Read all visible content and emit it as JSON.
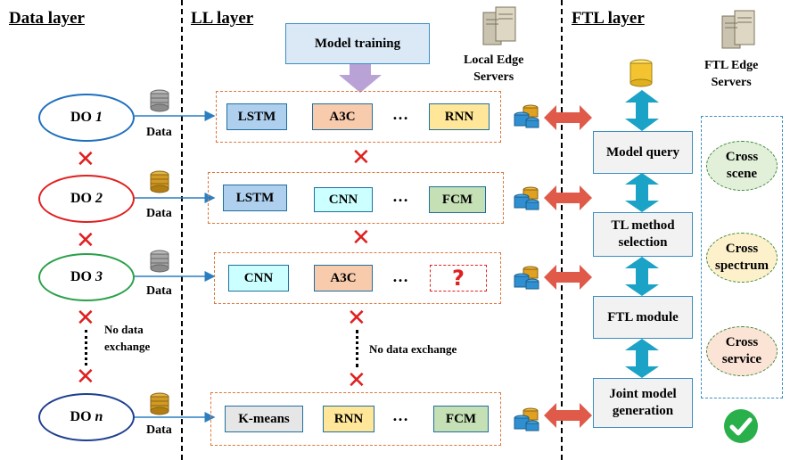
{
  "layers": {
    "data": "Data layer",
    "ll": "LL layer",
    "ftl": "FTL layer"
  },
  "model_training": "Model training",
  "local_servers": "Local Edge\nServers",
  "ftl_servers": "FTL Edge\nServers",
  "data_label": "Data",
  "dos": [
    {
      "name": "DO",
      "index": "1"
    },
    {
      "name": "DO",
      "index": "2"
    },
    {
      "name": "DO",
      "index": "3"
    },
    {
      "name": "DO",
      "index": "n"
    }
  ],
  "models": [
    [
      "LSTM",
      "A3C",
      "RNN"
    ],
    [
      "LSTM",
      "CNN",
      "FCM"
    ],
    [
      "CNN",
      "A3C",
      "?"
    ],
    [
      "K-means",
      "RNN",
      "FCM"
    ]
  ],
  "ellipsis": "…",
  "no_data_exchange_left": "No data\nexchange",
  "no_data_exchange_mid": "No data exchange",
  "ftl_steps": [
    "Model query",
    "TL method\nselection",
    "FTL module",
    "Joint model\ngeneration"
  ],
  "cross": [
    "Cross\nscene",
    "Cross\nspectrum",
    "Cross\nservice"
  ],
  "colors": {
    "blue": "#aed0ee",
    "salmon": "#f8cbad",
    "yellow": "#ffe699",
    "cyan": "#ccffff",
    "green": "#c5e0b4",
    "gray": "#e7e6e6",
    "do1": "#1f6fbf",
    "do2": "#e02020",
    "do3": "#2aa04a",
    "don": "#1f3f8f",
    "arrow_red": "#e05a4a",
    "arrow_teal": "#1aa3c6",
    "check": "#2ab04a",
    "purple": "#b9a3d6"
  },
  "icons": [
    "server-icon",
    "database-icon",
    "coins-icon",
    "cylinder-icon",
    "check-icon",
    "question-icon"
  ]
}
